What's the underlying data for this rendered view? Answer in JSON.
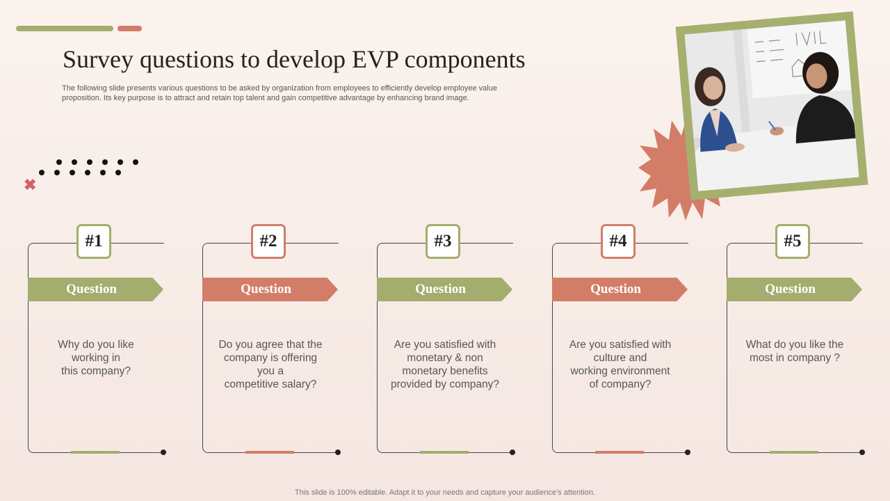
{
  "slide": {
    "title": "Survey questions to develop EVP components",
    "subtitle_lines": [
      "The following slide presents various questions to be asked by organization from employees to efficiently develop employee value",
      "proposition. Its key purpose is to attract and retain top talent and gain competitive advantage by enhancing brand image."
    ],
    "footer": "This slide is 100% editable. Adapt it to your needs and capture your audience's attention."
  },
  "colors": {
    "green": "#a2ad6e",
    "coral": "#d27d67",
    "background": "#fbf3ee",
    "x_mark": "#d4606a"
  },
  "icons": {
    "x_mark": "✖"
  },
  "cards": [
    {
      "number": "#1",
      "banner": "Question",
      "color": "green",
      "question_lines": [
        "Why do you like",
        "working in",
        "this company?"
      ]
    },
    {
      "number": "#2",
      "banner": "Question",
      "color": "coral",
      "question_lines": [
        "Do you agree that the",
        "company is offering",
        "you a",
        "competitive salary?"
      ]
    },
    {
      "number": "#3",
      "banner": "Question",
      "color": "green",
      "question_lines": [
        "Are you satisfied with",
        "monetary  & non",
        "monetary benefits",
        "provided by company?"
      ]
    },
    {
      "number": "#4",
      "banner": "Question",
      "color": "coral",
      "question_lines": [
        "Are you satisfied with",
        "culture  and",
        "working environment",
        "of company?"
      ]
    },
    {
      "number": "#5",
      "banner": "Question",
      "color": "green",
      "question_lines": [
        "What do you like the",
        "most in company ?"
      ]
    }
  ]
}
